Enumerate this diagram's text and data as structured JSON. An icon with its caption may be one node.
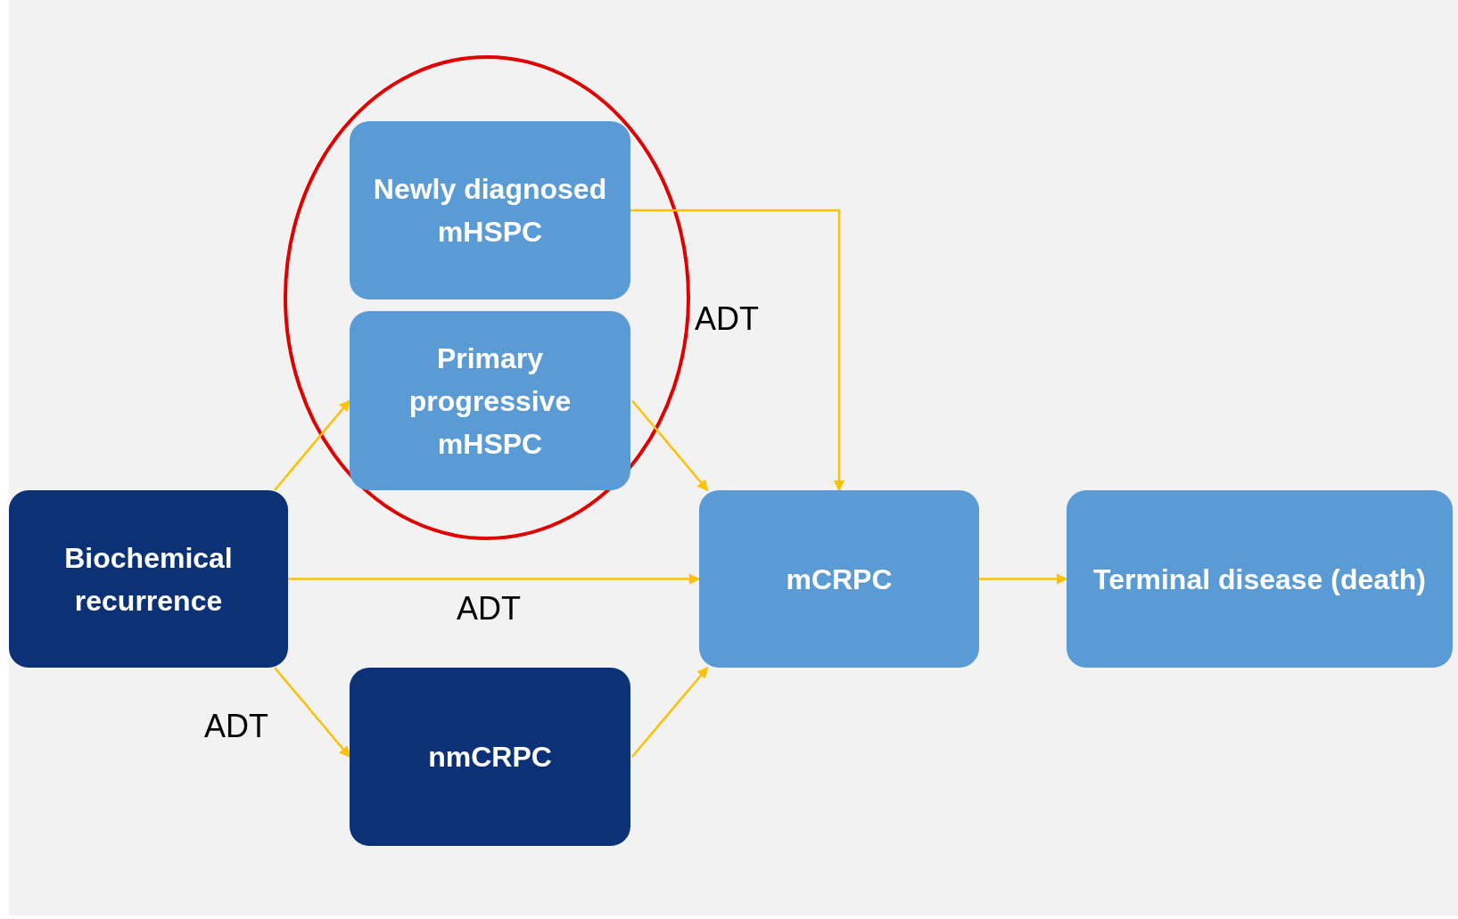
{
  "diagram": {
    "nodes": [
      {
        "text": [],
        "shape": "circle"
      },
      {
        "text": [
          "Newly diagnosed mHSPC"
        ],
        "in": 0
      },
      {
        "text": [
          "Primary progressive mHSPC"
        ],
        "in": 0
      },
      {
        "text": [
          "Biochemical recurrence"
        ]
      },
      {
        "text": [
          "mCRPC"
        ]
      },
      {
        "text": [
          "Terminal disease (death)"
        ]
      },
      {
        "text": [
          "nmCRPC"
        ]
      }
    ],
    "edges": [
      {
        "from": 3,
        "to": 2,
        "arrow": "to"
      },
      {
        "from": 3,
        "to": 4,
        "arrow": "to",
        "label": "ADT"
      },
      {
        "from": 3,
        "to": 6,
        "arrow": "to",
        "label": "ADT"
      },
      {
        "from": 1,
        "to": 4,
        "arrow": "to",
        "label": "ADT"
      },
      {
        "from": 2,
        "to": 4,
        "arrow": "to"
      },
      {
        "from": 6,
        "to": 4,
        "arrow": "to"
      },
      {
        "from": 4,
        "to": 5,
        "arrow": "to"
      }
    ]
  }
}
